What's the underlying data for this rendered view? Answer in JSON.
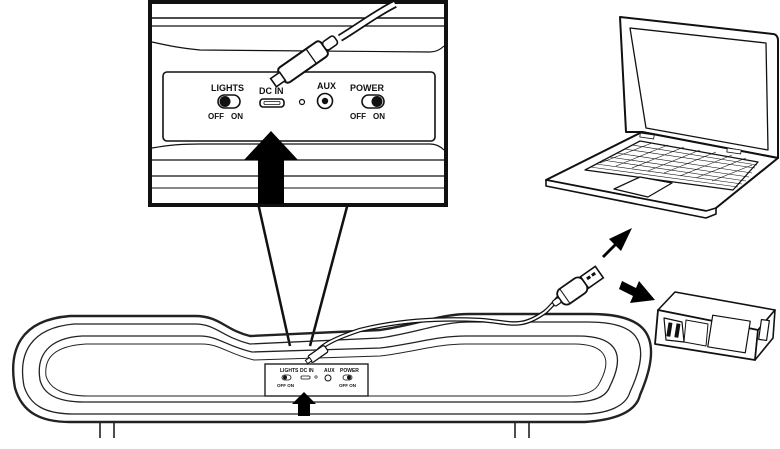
{
  "zoom_panel": {
    "lights_label": "LIGHTS",
    "lights_off": "OFF",
    "lights_on": "ON",
    "dcin_label": "DC IN",
    "aux_label": "AUX",
    "power_label": "POWER",
    "power_off": "OFF",
    "power_on": "ON"
  },
  "bar_panel": {
    "lights_label": "LIGHTS",
    "lights_off_on": "OFF ON",
    "dcin_label": "DC IN",
    "aux_label": "AUX",
    "power_label": "POWER",
    "power_off_on": "OFF ON"
  },
  "icons": {
    "laptop": "laptop-icon",
    "adapter": "wall-adapter-icon",
    "usb_plug": "usb-plug-icon",
    "micro_usb_plug": "micro-usb-plug-icon",
    "arrow": "arrow-icon"
  },
  "colors": {
    "line": "#111111",
    "arrow": "#000000",
    "background": "#ffffff"
  }
}
